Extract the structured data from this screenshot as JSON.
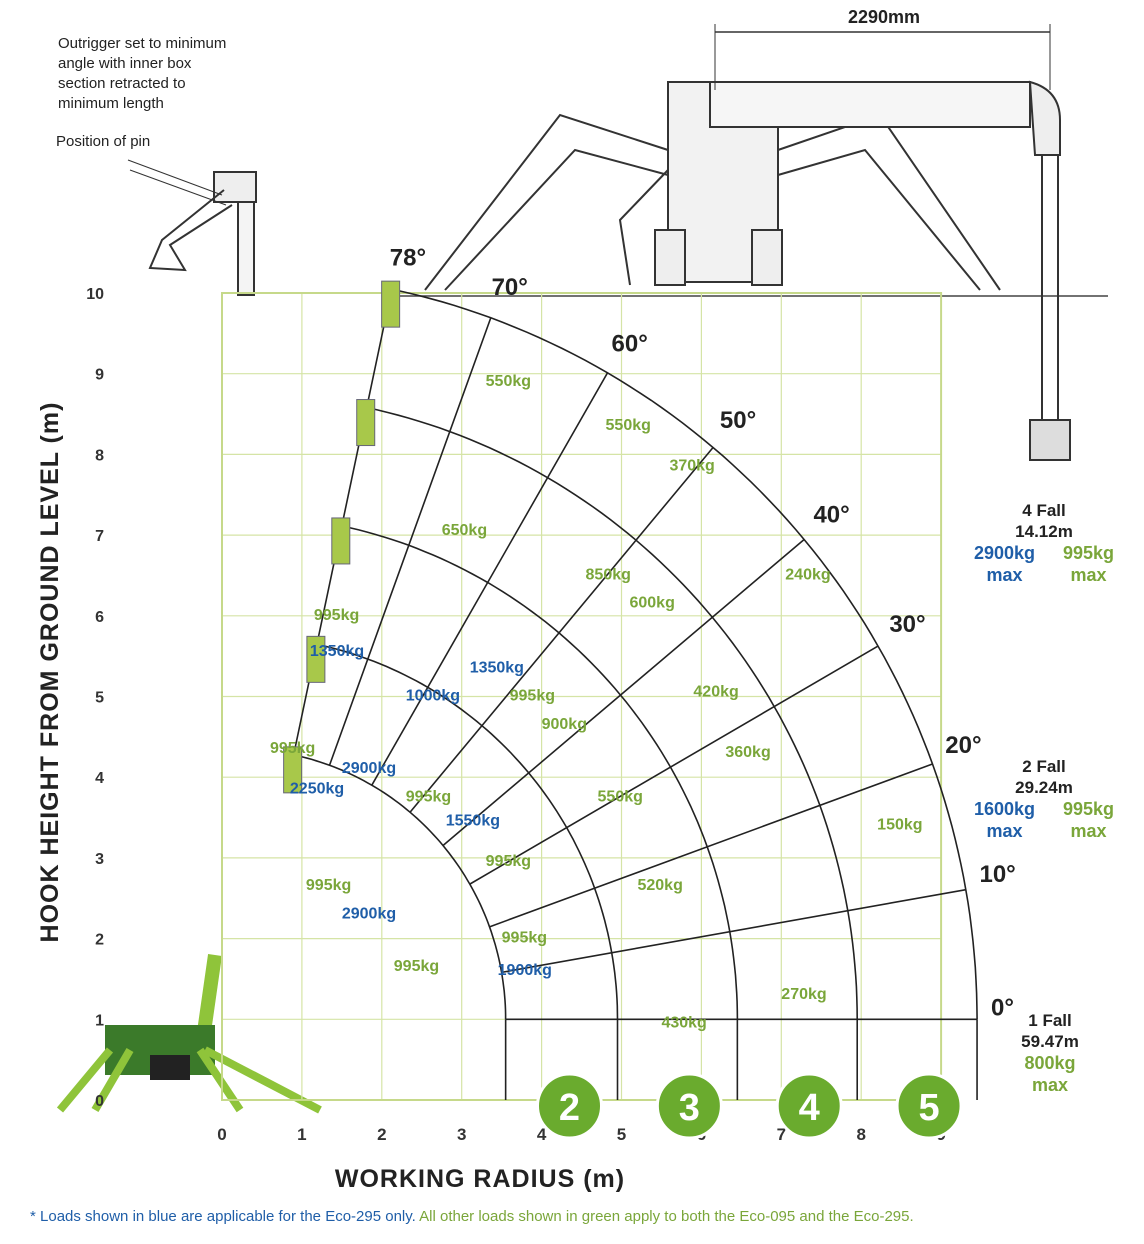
{
  "notes": {
    "outrigger": [
      "Outrigger set to minimum",
      "angle with inner box",
      "section retracted to",
      "minimum length"
    ],
    "pin": "Position of pin",
    "dimension": "2290mm"
  },
  "footer": {
    "blue_text": "* Loads shown in blue are applicable for the Eco-295 only.",
    "green_text": " All other loads shown in green apply to both the Eco-095 and the Eco-295."
  },
  "falls": [
    {
      "title": "4 Fall",
      "length": "14.12m",
      "blue": "2900kg",
      "blue_unit": "max",
      "green": "995kg",
      "green_unit": "max"
    },
    {
      "title": "2 Fall",
      "length": "29.24m",
      "blue": "1600kg",
      "blue_unit": "max",
      "green": "995kg",
      "green_unit": "max"
    },
    {
      "title": "1 Fall",
      "length": "59.47m",
      "blue": "",
      "blue_unit": "",
      "green": "800kg",
      "green_unit": "max"
    }
  ],
  "colors": {
    "grid": "#d5e4a6",
    "frame": "#c6d98a",
    "blue": "#1f5ea8",
    "green": "#7aa63a",
    "marker": "#6aab2e",
    "line": "#222222"
  },
  "chart_data": {
    "type": "line",
    "title": "",
    "xlabel": "WORKING RADIUS (m)",
    "ylabel": "HOOK HEIGHT FROM GROUND LEVEL (m)",
    "xlim": [
      0,
      9
    ],
    "ylim": [
      0,
      10
    ],
    "xticks": [
      "0",
      "1",
      "2",
      "3",
      "4",
      "5",
      "6",
      "7",
      "8",
      "9"
    ],
    "yticks": [
      "0",
      "1",
      "2",
      "3",
      "4",
      "5",
      "6",
      "7",
      "8",
      "9",
      "10"
    ],
    "grid": true,
    "pivot": [
      0.2,
      1.0
    ],
    "boom_lengths": [
      3.35,
      4.75,
      6.25,
      7.75,
      9.25
    ],
    "boom_markers": [
      "2",
      "3",
      "4",
      "5"
    ],
    "angles": [
      0,
      10,
      20,
      30,
      40,
      50,
      60,
      70,
      78
    ],
    "angle_labels": [
      "0°",
      "10°",
      "20°",
      "30°",
      "40°",
      "50°",
      "60°",
      "70°",
      "78°"
    ],
    "loads": [
      {
        "text": "550kg",
        "x": 3.3,
        "y": 8.85,
        "series": "green"
      },
      {
        "text": "550kg",
        "x": 4.8,
        "y": 8.3,
        "series": "green"
      },
      {
        "text": "370kg",
        "x": 5.6,
        "y": 7.8,
        "series": "green"
      },
      {
        "text": "650kg",
        "x": 2.75,
        "y": 7.0,
        "series": "green"
      },
      {
        "text": "850kg",
        "x": 4.55,
        "y": 6.45,
        "series": "green"
      },
      {
        "text": "240kg",
        "x": 7.05,
        "y": 6.45,
        "series": "green"
      },
      {
        "text": "600kg",
        "x": 5.1,
        "y": 6.1,
        "series": "green"
      },
      {
        "text": "995kg",
        "x": 1.15,
        "y": 5.95,
        "series": "green"
      },
      {
        "text": "1350kg",
        "x": 1.1,
        "y": 5.5,
        "series": "blue"
      },
      {
        "text": "1350kg",
        "x": 3.1,
        "y": 5.3,
        "series": "blue"
      },
      {
        "text": "1000kg",
        "x": 2.3,
        "y": 4.95,
        "series": "blue"
      },
      {
        "text": "995kg",
        "x": 3.6,
        "y": 4.95,
        "series": "green"
      },
      {
        "text": "420kg",
        "x": 5.9,
        "y": 5.0,
        "series": "green"
      },
      {
        "text": "900kg",
        "x": 4.0,
        "y": 4.6,
        "series": "green"
      },
      {
        "text": "995kg",
        "x": 0.6,
        "y": 4.3,
        "series": "green"
      },
      {
        "text": "2900kg",
        "x": 1.5,
        "y": 4.05,
        "series": "blue"
      },
      {
        "text": "360kg",
        "x": 6.3,
        "y": 4.25,
        "series": "green"
      },
      {
        "text": "2250kg",
        "x": 0.85,
        "y": 3.8,
        "series": "blue"
      },
      {
        "text": "995kg",
        "x": 2.3,
        "y": 3.7,
        "series": "green"
      },
      {
        "text": "550kg",
        "x": 4.7,
        "y": 3.7,
        "series": "green"
      },
      {
        "text": "150kg",
        "x": 8.2,
        "y": 3.35,
        "series": "green"
      },
      {
        "text": "1550kg",
        "x": 2.8,
        "y": 3.4,
        "series": "blue"
      },
      {
        "text": "995kg",
        "x": 3.3,
        "y": 2.9,
        "series": "green"
      },
      {
        "text": "995kg",
        "x": 1.05,
        "y": 2.6,
        "series": "green"
      },
      {
        "text": "520kg",
        "x": 5.2,
        "y": 2.6,
        "series": "green"
      },
      {
        "text": "2900kg",
        "x": 1.5,
        "y": 2.25,
        "series": "blue"
      },
      {
        "text": "995kg",
        "x": 3.5,
        "y": 1.95,
        "series": "green"
      },
      {
        "text": "995kg",
        "x": 2.15,
        "y": 1.6,
        "series": "green"
      },
      {
        "text": "1900kg",
        "x": 3.45,
        "y": 1.55,
        "series": "blue"
      },
      {
        "text": "270kg",
        "x": 7.0,
        "y": 1.25,
        "series": "green"
      },
      {
        "text": "430kg",
        "x": 5.5,
        "y": 0.9,
        "series": "green"
      }
    ]
  }
}
